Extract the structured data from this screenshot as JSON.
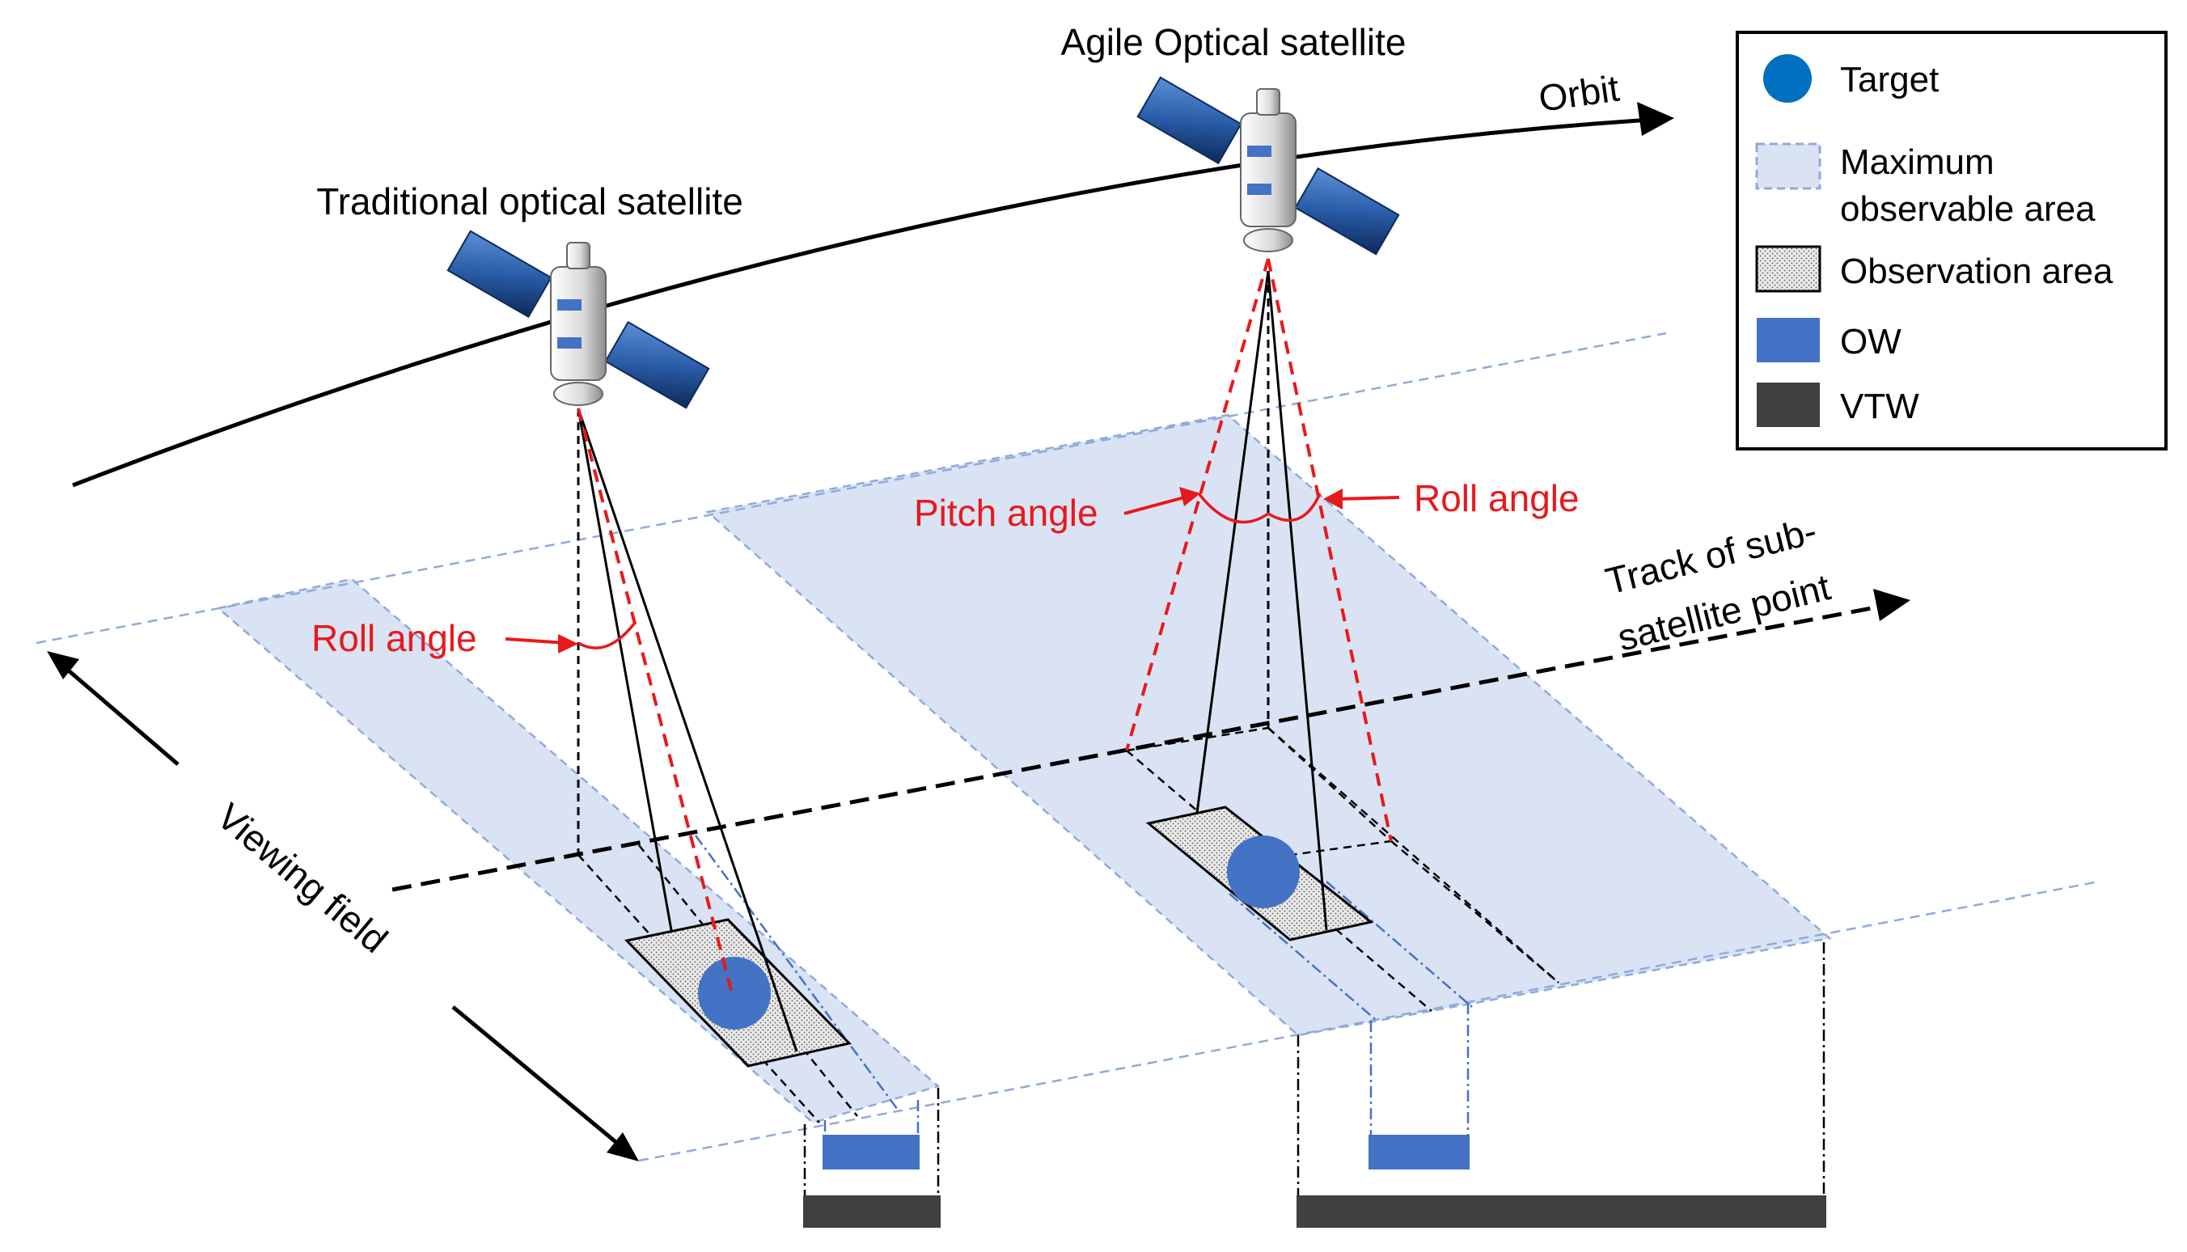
{
  "labels": {
    "agile_satellite": "Agile Optical satellite",
    "traditional_satellite": "Traditional optical satellite",
    "orbit": "Orbit",
    "pitch_angle": "Pitch angle",
    "roll_angle_agile": "Roll angle",
    "roll_angle_traditional": "Roll angle",
    "track_line1": "Track of sub-",
    "track_line2": "satellite point",
    "viewing_field": "Viewing field"
  },
  "legend": {
    "items": [
      {
        "label": "Target",
        "icon": "target-circle-icon"
      },
      {
        "label": "Maximum",
        "label2": "observable area",
        "icon": "max-area-swatch-icon"
      },
      {
        "label": "Observation area",
        "icon": "observation-area-swatch-icon"
      },
      {
        "label": "OW",
        "icon": "ow-swatch-icon"
      },
      {
        "label": "VTW",
        "icon": "vtw-swatch-icon"
      }
    ]
  },
  "colors": {
    "target": "#4472C4",
    "max_area_fill": "#DAE3F3",
    "max_area_stroke": "#8FAADC",
    "ow": "#4472C4",
    "vtw": "#404040",
    "angle_red": "#E8191B",
    "line_black": "#000000"
  }
}
